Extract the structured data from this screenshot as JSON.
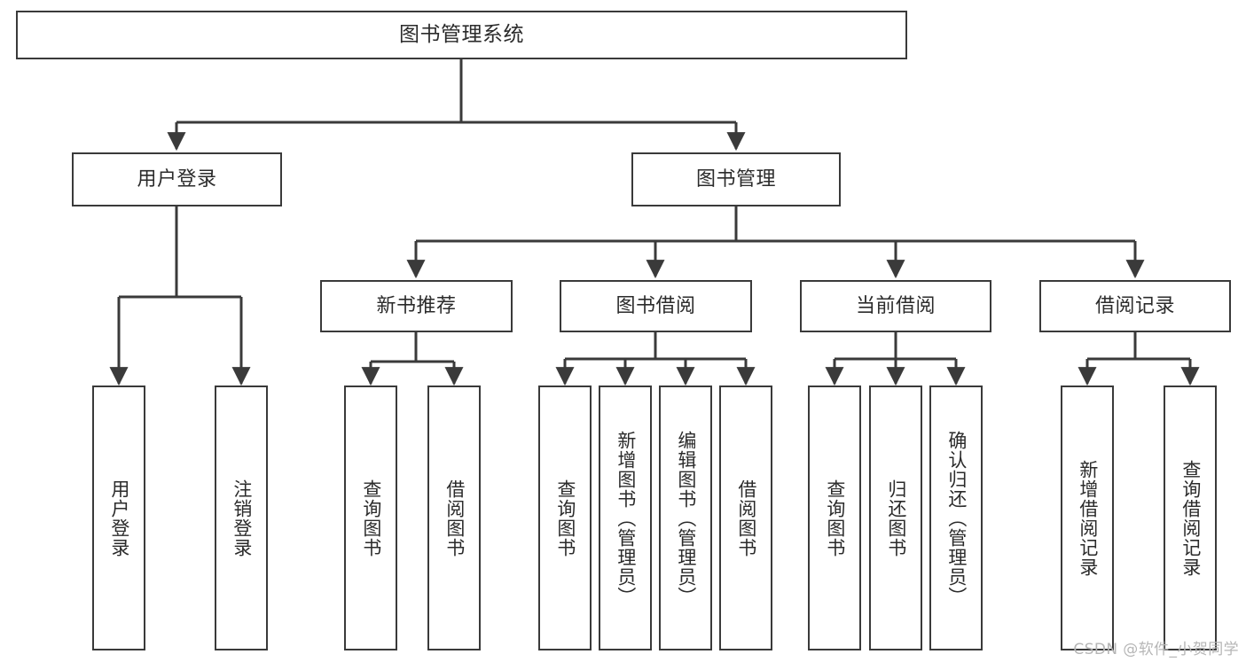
{
  "diagram": {
    "type": "tree-hierarchy-chart",
    "title": "图书管理系统",
    "line_color": "#3a3a3a",
    "box_fill": "#ffffff",
    "text_color": "#2b2b2b",
    "nodes": {
      "root": {
        "label": "图书管理系统"
      },
      "level2": [
        {
          "id": "user-login",
          "label": "用户登录"
        },
        {
          "id": "book-manage",
          "label": "图书管理"
        }
      ],
      "level3": [
        {
          "id": "new-book-recommend",
          "label": "新书推荐"
        },
        {
          "id": "book-borrow",
          "label": "图书借阅"
        },
        {
          "id": "current-borrow",
          "label": "当前借阅"
        },
        {
          "id": "borrow-record",
          "label": "借阅记录"
        }
      ],
      "leaves": [
        {
          "id": "leaf-user-login",
          "label": "用户登录"
        },
        {
          "id": "leaf-logout-login",
          "label": "注销登录"
        },
        {
          "id": "leaf-query-book-1",
          "label": "查询图书"
        },
        {
          "id": "leaf-borrow-book-1",
          "label": "借阅图书"
        },
        {
          "id": "leaf-query-book-2",
          "label": "查询图书"
        },
        {
          "id": "leaf-add-book-admin",
          "label": "新增图书（管理员）"
        },
        {
          "id": "leaf-edit-book-admin",
          "label": "编辑图书（管理员）"
        },
        {
          "id": "leaf-borrow-book-2",
          "label": "借阅图书"
        },
        {
          "id": "leaf-query-book-3",
          "label": "查询图书"
        },
        {
          "id": "leaf-return-book",
          "label": "归还图书"
        },
        {
          "id": "leaf-confirm-return-admin",
          "label": "确认归还（管理员）"
        },
        {
          "id": "leaf-add-borrow-record",
          "label": "新增借阅记录"
        },
        {
          "id": "leaf-query-borrow-record",
          "label": "查询借阅记录"
        }
      ]
    },
    "edges": [
      {
        "from": "root",
        "to": "user-login"
      },
      {
        "from": "root",
        "to": "book-manage"
      },
      {
        "from": "user-login",
        "to": "leaf-user-login"
      },
      {
        "from": "user-login",
        "to": "leaf-logout-login"
      },
      {
        "from": "book-manage",
        "to": "new-book-recommend"
      },
      {
        "from": "book-manage",
        "to": "book-borrow"
      },
      {
        "from": "book-manage",
        "to": "current-borrow"
      },
      {
        "from": "book-manage",
        "to": "borrow-record"
      },
      {
        "from": "new-book-recommend",
        "to": "leaf-query-book-1"
      },
      {
        "from": "new-book-recommend",
        "to": "leaf-borrow-book-1"
      },
      {
        "from": "book-borrow",
        "to": "leaf-query-book-2"
      },
      {
        "from": "book-borrow",
        "to": "leaf-add-book-admin"
      },
      {
        "from": "book-borrow",
        "to": "leaf-edit-book-admin"
      },
      {
        "from": "book-borrow",
        "to": "leaf-borrow-book-2"
      },
      {
        "from": "current-borrow",
        "to": "leaf-query-book-3"
      },
      {
        "from": "current-borrow",
        "to": "leaf-return-book"
      },
      {
        "from": "current-borrow",
        "to": "leaf-confirm-return-admin"
      },
      {
        "from": "borrow-record",
        "to": "leaf-add-borrow-record"
      },
      {
        "from": "borrow-record",
        "to": "leaf-query-borrow-record"
      }
    ]
  },
  "watermark": {
    "text": "CSDN @软件_小贺同学"
  }
}
